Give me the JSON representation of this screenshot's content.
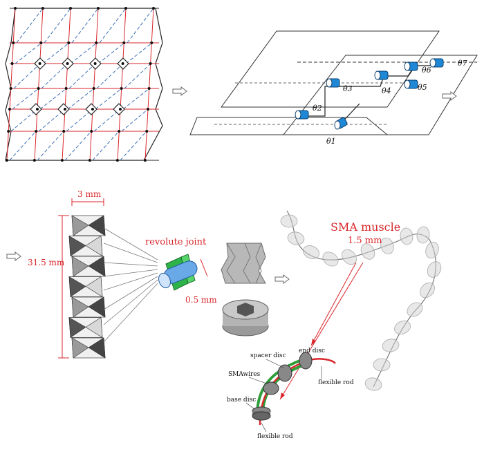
{
  "colors": {
    "crease_red": "#d9262a",
    "crease_blue": "#3b6fb5",
    "joint_blue": "#1e88d6",
    "joint_green": "#2db34a",
    "rod_red": "#d9262a",
    "wire_green": "#2f9e3a"
  },
  "icons": {
    "arrow": "arrow-right-outline-icon"
  },
  "labels": {
    "theta1": "θ1",
    "theta2": "θ2",
    "theta3": "θ3",
    "theta4": "θ4",
    "theta5": "θ5",
    "theta6": "θ6",
    "theta7": "θ7",
    "width": "3 mm",
    "height": "31.5 mm",
    "revolute_joint": "revolute joint",
    "joint_gap": "0.5 mm",
    "sma_muscle": "SMA muscle",
    "sma_size": "1.5 mm",
    "end_disc": "end disc",
    "spacer_disc": "spacer disc",
    "sma_wires": "SMAwires",
    "base_disc": "base disc",
    "flexible_rod_top": "flexible rod",
    "flexible_rod_bottom": "flexible rod"
  }
}
